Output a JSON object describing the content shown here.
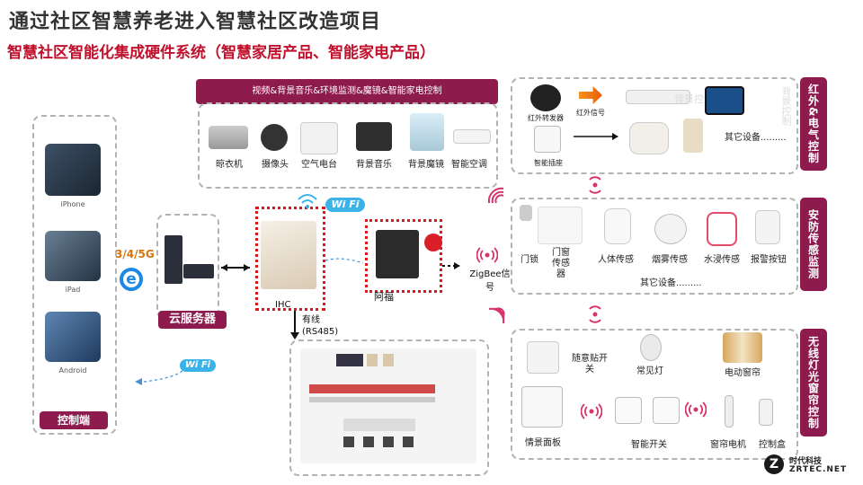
{
  "title": "通过社区智慧养老进入智慧社区改造项目",
  "subtitle": "智慧社区智能化集成硬件系统（智慧家居产品、智能家电产品）",
  "control_end": {
    "label": "控制端",
    "devices": [
      "iPhone",
      "iPad",
      "Android"
    ]
  },
  "network": {
    "label": "3/4/5G"
  },
  "cloud": {
    "label": "云服务器"
  },
  "wifi_label": "Wi Fi",
  "center": {
    "ihc_label": "IHC",
    "afu_label": "阿福",
    "wired_label": "有线\n(RS485)",
    "zigbee_label": "ZigBee信号"
  },
  "av_panel": {
    "header": "视频&背景音乐&环境监测&魔镜&智能家电控制",
    "items": [
      "晾衣机",
      "摄像头",
      "空气电台",
      "背景音乐",
      "背景魔镜",
      "智能空调"
    ]
  },
  "ir_panel": {
    "side_label": "红外&电气控制",
    "items": [
      "红外转发器",
      "红外信号",
      "智能插座"
    ],
    "faded_text": "背景控制",
    "other": "其它设备........."
  },
  "security_panel": {
    "side_label": "安防传感监测",
    "items": [
      "门锁",
      "门窗传感器",
      "人体传感",
      "烟雾传感",
      "水浸传感",
      "报警按钮"
    ],
    "other": "其它设备........."
  },
  "lighting_panel": {
    "side_label": "无线灯光窗帘控制",
    "items": [
      "随意贴开关",
      "常见灯",
      "电动窗帘",
      "情景面板",
      "智能开关",
      "窗帘电机",
      "控制盒"
    ]
  },
  "logo": {
    "name": "时代科技",
    "url": "ZRTEC.NET"
  },
  "colors": {
    "accent": "#8e1b4e",
    "highlight": "#e0151b",
    "signal": "#d6336c"
  }
}
